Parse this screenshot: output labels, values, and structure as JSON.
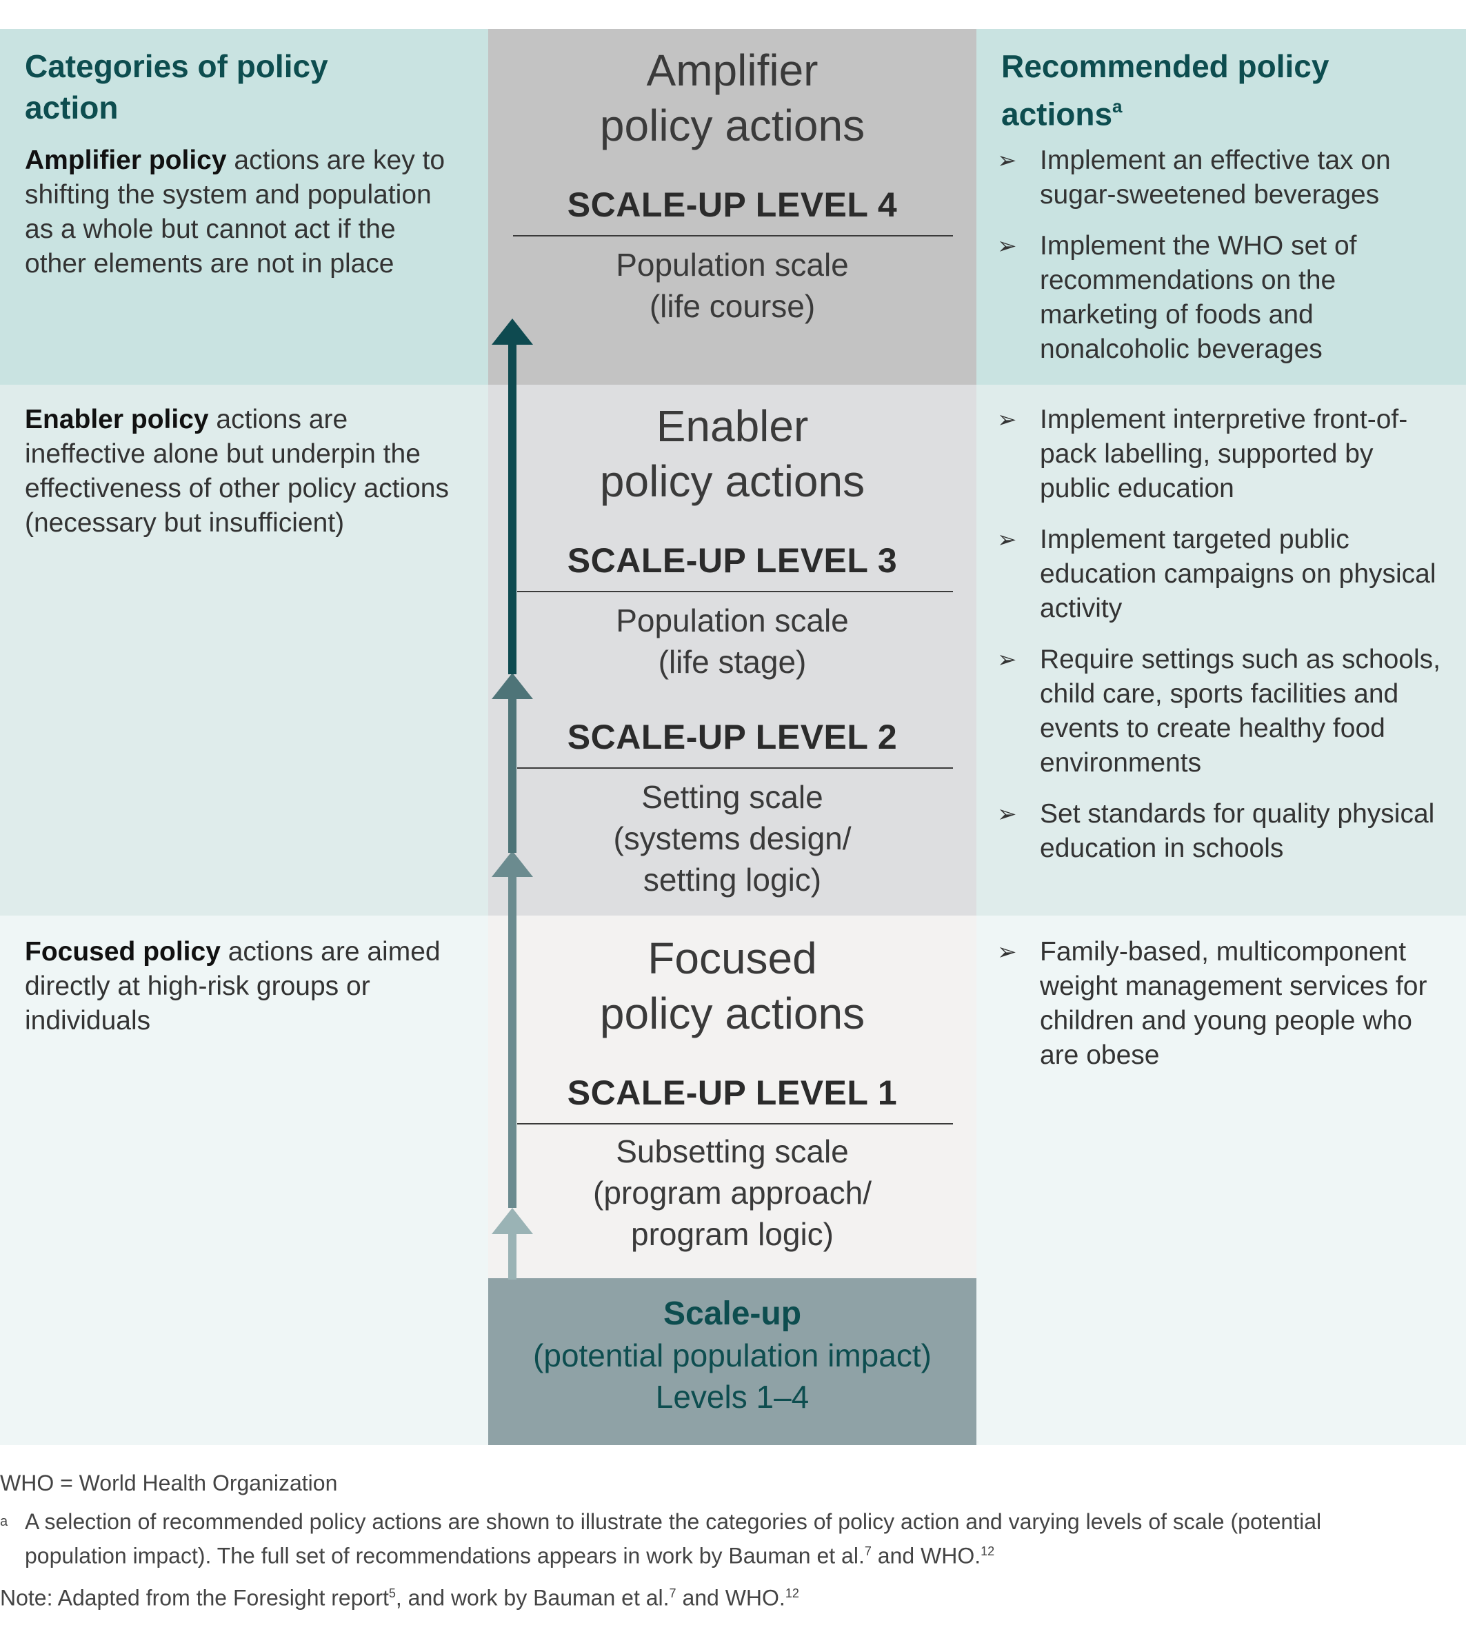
{
  "header": {
    "left": "Categories of policy action",
    "right_text": "Recommended policy actions",
    "right_sup": "a"
  },
  "amplifier": {
    "desc_bold": "Amplifier policy",
    "desc_rest": " actions are key to shifting the system and population as a whole but cannot act if the other elements are not in place",
    "title_line1": "Amplifier",
    "title_line2": "policy actions",
    "level": "SCALE-UP LEVEL 4",
    "scale_line1": "Population scale",
    "scale_line2": "(life course)",
    "actions": [
      "Implement an effective tax on sugar-sweetened beverages",
      "Implement the WHO set of recommendations on the marketing of foods and nonalcoholic beverages"
    ]
  },
  "enabler": {
    "desc_bold": "Enabler policy",
    "desc_rest": " actions are ineffective alone but underpin the effectiveness of other policy actions (necessary but insufficient)",
    "title_line1": "Enabler",
    "title_line2": "policy actions",
    "level3": "SCALE-UP LEVEL 3",
    "scale3_line1": "Population scale",
    "scale3_line2": "(life stage)",
    "level2": "SCALE-UP LEVEL 2",
    "scale2_line1": "Setting scale",
    "scale2_line2": "(systems design/",
    "scale2_line3": "setting logic)",
    "actions": [
      "Implement interpretive front-of-pack labelling, supported by public education",
      "Implement targeted public education campaigns on physical activity",
      "Require settings such as schools, child care, sports facilities and events to create healthy food environments",
      "Set standards for quality physical education in schools"
    ]
  },
  "focused": {
    "desc_bold": "Focused policy",
    "desc_rest": " actions are aimed directly at high-risk groups or individuals",
    "title_line1": "Focused",
    "title_line2": "policy actions",
    "level": "SCALE-UP LEVEL 1",
    "scale_line1": "Subsetting scale",
    "scale_line2": "(program approach/",
    "scale_line3": "program logic)",
    "actions": [
      "Family-based, multicomponent weight management services for children and young people who are obese"
    ]
  },
  "scaleup_box": {
    "title": "Scale-up",
    "line2": "(potential population impact)",
    "line3": "Levels 1–4"
  },
  "footer": {
    "abbrev": "WHO = World Health Organization",
    "note_a_marker": "a",
    "note_a_line1": "A selection of recommended policy actions are shown to illustrate the categories of policy action and varying levels of scale (potential",
    "note_a_line2_pre": "population impact). The full set of recommendations appears in work by Bauman et al.",
    "note_a_sup1": "7",
    "note_a_mid": " and WHO.",
    "note_a_sup2": "12",
    "note_pre": "Note: Adapted from the Foresight report",
    "note_sup1": "5",
    "note_mid": ", and work by Bauman et al.",
    "note_sup2": "7",
    "note_mid2": " and WHO.",
    "note_sup3": "12"
  },
  "colors": {
    "amplifier_side": "#c9e3e1",
    "amplifier_mid": "#c3c3c3",
    "enabler_side": "#dfeceb",
    "enabler_mid": "#dddee0",
    "focused_side": "#eff6f6",
    "focused_mid": "#f3f2f1",
    "scaleup_box": "#8fa2a6",
    "accent": "#0d4d4f",
    "arrow_dark": "#0e4a50",
    "arrow_mid": "#4e7478",
    "arrow_light": "#9ab3b5"
  }
}
